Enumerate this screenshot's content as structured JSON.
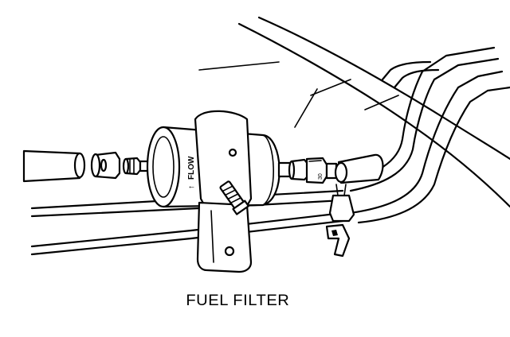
{
  "figure": {
    "caption": "FUEL FILTER",
    "filter_label_arrow": "↑",
    "filter_label_word": "FLOW",
    "fitting_label": "30"
  }
}
